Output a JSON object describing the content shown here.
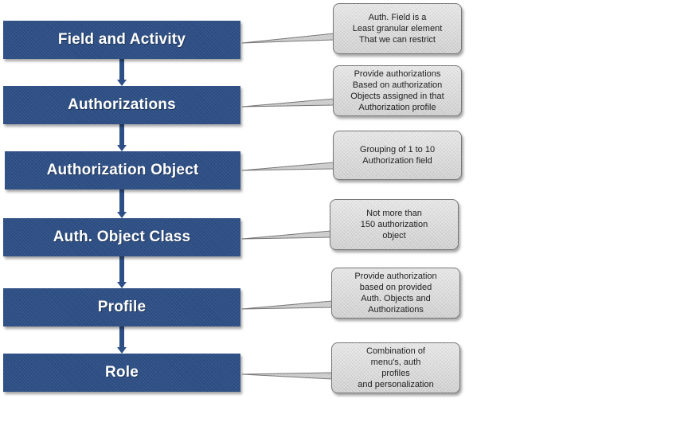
{
  "diagram": {
    "steps": [
      {
        "label": "Field and Activity",
        "note": "Auth. Field is a\nLeast granular element\nThat we can restrict"
      },
      {
        "label": "Authorizations",
        "note": "Provide authorizations\nBased on authorization\nObjects assigned in that\nAuthorization profile"
      },
      {
        "label": "Authorization Object",
        "note": "Grouping of 1 to 10\nAuthorization field"
      },
      {
        "label": "Auth. Object Class",
        "note": "Not more than\n150 authorization\nobject"
      },
      {
        "label": "Profile",
        "note": "Provide authorization\nbased on provided\nAuth. Objects and\nAuthorizations"
      },
      {
        "label": "Role",
        "note": "Combination of\nmenu's, auth\nprofiles\nand personalization"
      }
    ],
    "colors": {
      "box_fill": "#2d4f86",
      "box_text": "#ffffff",
      "note_fill": "#d7d7d7",
      "connector": "#2d4f86"
    }
  }
}
